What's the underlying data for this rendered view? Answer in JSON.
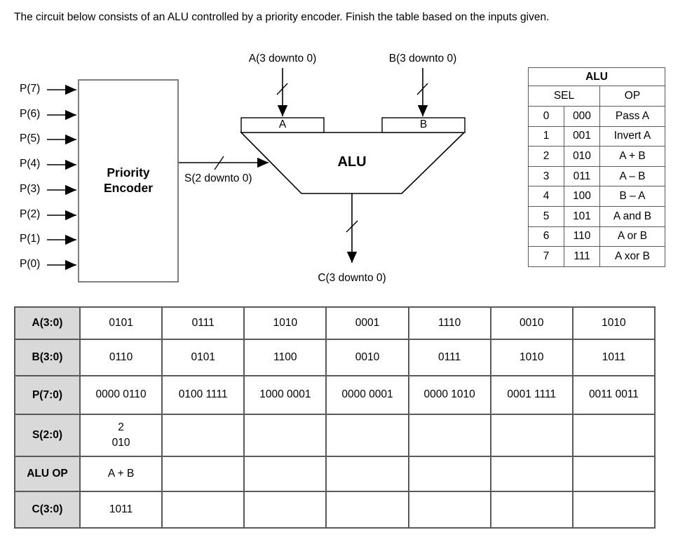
{
  "title": "The circuit below consists of an ALU controlled by a priority encoder. Finish the table based on the inputs given.",
  "colors": {
    "table_header_bg": "#d9d9d9",
    "table_border": "#595959",
    "encoder_box_border": "#7f7f7f",
    "line_color": "#000000"
  },
  "diagram": {
    "p_inputs": [
      "P(7)",
      "P(6)",
      "P(5)",
      "P(4)",
      "P(3)",
      "P(2)",
      "P(1)",
      "P(0)"
    ],
    "encoder_label": "Priority\nEncoder",
    "s_bus_label": "S(2 downto 0)",
    "a_bus_label": "A(3 downto 0)",
    "b_bus_label": "B(3 downto 0)",
    "c_bus_label": "C(3 downto 0)",
    "alu_label": "ALU",
    "a_port_label": "A",
    "b_port_label": "B"
  },
  "alu_table": {
    "title": "ALU",
    "col_sel": "SEL",
    "col_op": "OP",
    "rows": [
      {
        "dec": "0",
        "bin": "000",
        "op": "Pass A"
      },
      {
        "dec": "1",
        "bin": "001",
        "op": "Invert A"
      },
      {
        "dec": "2",
        "bin": "010",
        "op": "A + B"
      },
      {
        "dec": "3",
        "bin": "011",
        "op": "A – B"
      },
      {
        "dec": "4",
        "bin": "100",
        "op": "B – A"
      },
      {
        "dec": "5",
        "bin": "101",
        "op": "A and B"
      },
      {
        "dec": "6",
        "bin": "110",
        "op": "A or B"
      },
      {
        "dec": "7",
        "bin": "111",
        "op": "A xor B"
      }
    ]
  },
  "io_table": {
    "rows": [
      {
        "header": "A(3:0)",
        "cells": [
          "0101",
          "0111",
          "1010",
          "0001",
          "1110",
          "0010",
          "1010"
        ]
      },
      {
        "header": "B(3:0)",
        "cells": [
          "0110",
          "0101",
          "1100",
          "0010",
          "0111",
          "1010",
          "1011"
        ]
      },
      {
        "header": "P(7:0)",
        "cells": [
          "0000 0110",
          "0100 1111",
          "1000 0001",
          "0000 0001",
          "0000 1010",
          "0001 1111",
          "0011 0011"
        ]
      },
      {
        "header": "S(2:0)",
        "cells": [
          "2\n010",
          "",
          "",
          "",
          "",
          "",
          ""
        ]
      },
      {
        "header": "ALU OP",
        "cells": [
          "A + B",
          "",
          "",
          "",
          "",
          "",
          ""
        ]
      },
      {
        "header": "C(3:0)",
        "cells": [
          "1011",
          "",
          "",
          "",
          "",
          "",
          ""
        ]
      }
    ]
  }
}
